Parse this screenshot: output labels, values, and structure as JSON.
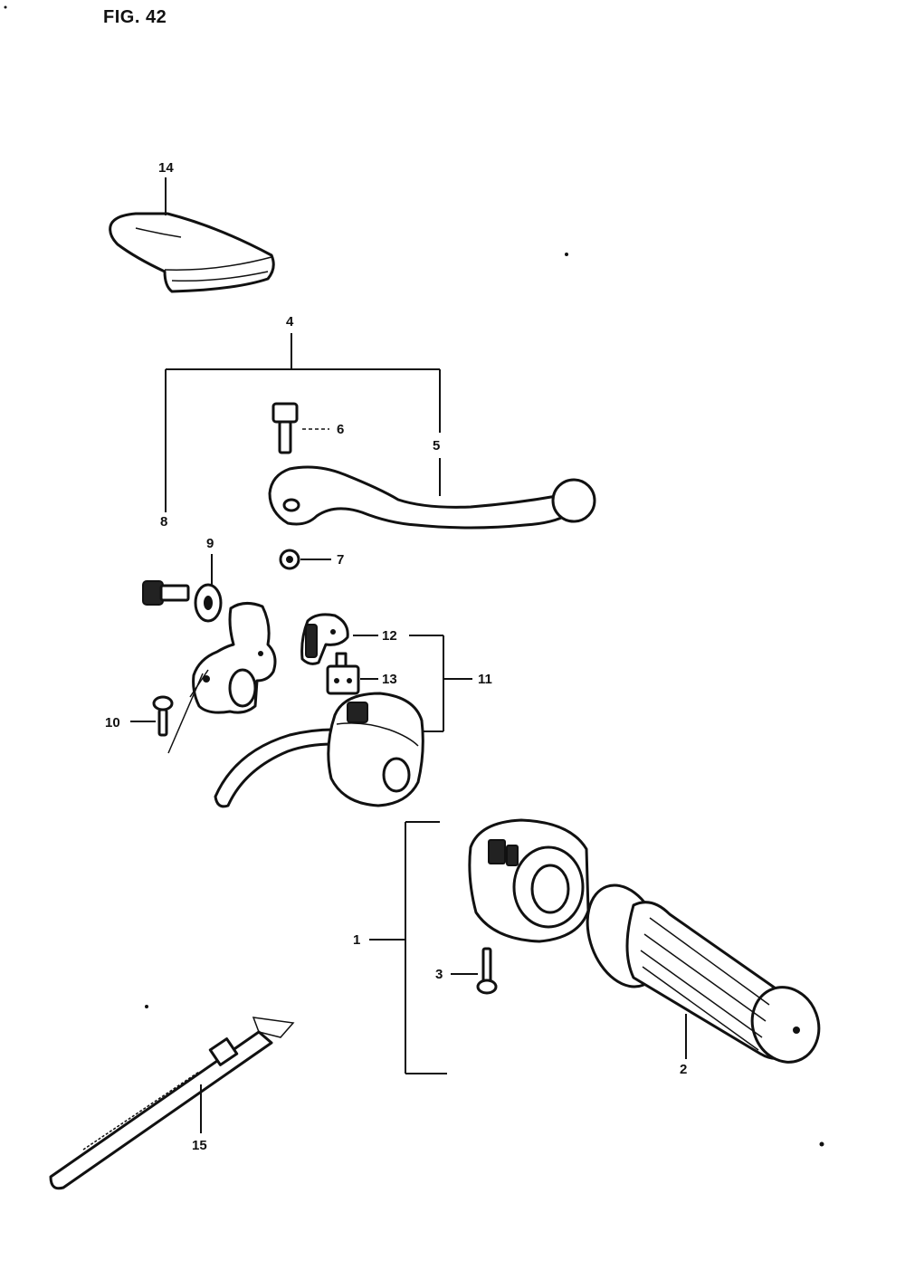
{
  "figure": {
    "title": "FIG. 42"
  },
  "labels": {
    "p1": "1",
    "p2": "2",
    "p3": "3",
    "p4": "4",
    "p5": "5",
    "p6": "6",
    "p7": "7",
    "p8": "8",
    "p9": "9",
    "p10": "10",
    "p11": "11",
    "p12": "12",
    "p13": "13",
    "p14": "14",
    "p15": "15"
  },
  "colors": {
    "ink": "#111111",
    "paper": "#ffffff"
  }
}
